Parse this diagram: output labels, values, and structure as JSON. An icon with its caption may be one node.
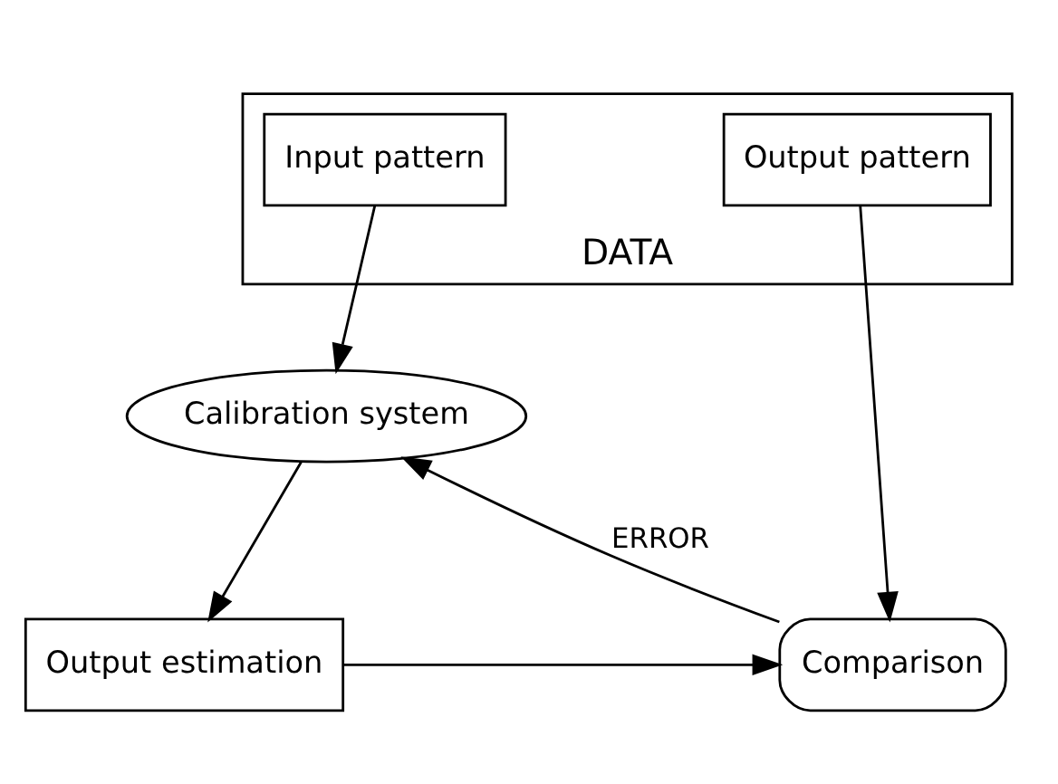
{
  "diagram": {
    "nodes": [
      {
        "text": [
          "DATA"
        ]
      },
      {
        "text": [
          "Input pattern"
        ],
        "in": 0
      },
      {
        "text": [
          "Output pattern"
        ],
        "in": 0
      },
      {
        "text": [
          "Calibration system"
        ]
      },
      {
        "text": [
          "Output estimation"
        ]
      },
      {
        "text": [
          "Comparison"
        ]
      }
    ],
    "edges": [
      {
        "from": 1,
        "to": 3,
        "arrow": "to"
      },
      {
        "from": 2,
        "to": 5,
        "arrow": "to"
      },
      {
        "from": 3,
        "to": 4,
        "arrow": "to"
      },
      {
        "from": 4,
        "to": 5,
        "arrow": "to"
      },
      {
        "from": 5,
        "to": 3,
        "arrow": "to",
        "label": "ERROR"
      }
    ]
  }
}
